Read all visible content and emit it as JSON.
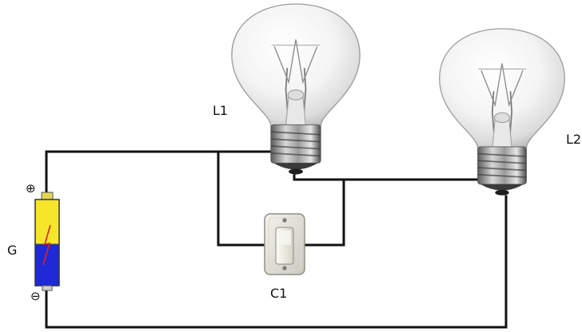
{
  "diagram": {
    "labels": {
      "lamp1": "L1",
      "lamp2": "L2",
      "generator": "G",
      "switch": "C1",
      "positive": "⊕",
      "negative": "⊖"
    },
    "components": {
      "generator": {
        "name": "battery",
        "top_color": "#f6e62a",
        "bottom_color": "#1f2ad6",
        "bolt_color": "#e02020"
      },
      "lamp1": {
        "name": "incandescent-bulb"
      },
      "lamp2": {
        "name": "incandescent-bulb"
      },
      "switch": {
        "name": "light-switch"
      }
    },
    "wire_color": "#111111"
  }
}
